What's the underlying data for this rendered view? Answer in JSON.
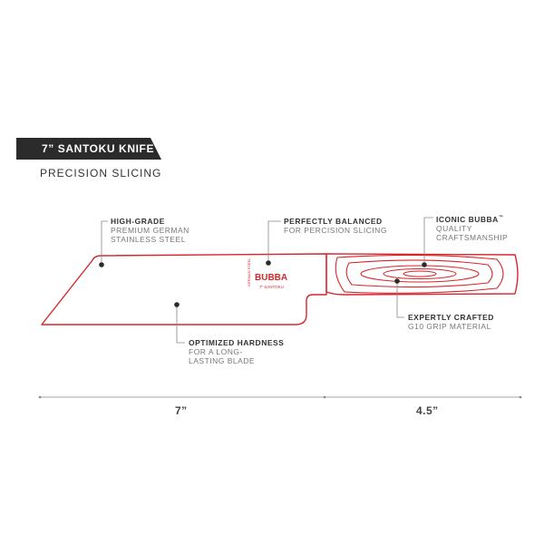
{
  "header": {
    "title": "7” SANTOKU KNIFE",
    "subtitle": "PRECISION SLICING"
  },
  "knife_logo": {
    "brand": "BUBBA",
    "model": "7” SANTOKU",
    "steel": "GERMAN STEEL"
  },
  "callouts": {
    "steel": {
      "head": "HIGH-GRADE",
      "line1": "PREMIUM GERMAN",
      "line2": "STAINLESS STEEL"
    },
    "balance": {
      "head": "PERFECTLY BALANCED",
      "line1": "FOR PERCISION SLICING"
    },
    "bubba": {
      "head": "ICONIC BUBBA",
      "mark": "™",
      "line1": "QUALITY",
      "line2": "CRAFTSMANSHIP"
    },
    "grip": {
      "head": "EXPERTLY CRAFTED",
      "line1": "G10 GRIP MATERIAL"
    },
    "hardness": {
      "head": "OPTIMIZED HARDNESS",
      "line1": "FOR A LONG-",
      "line2": "LASTING BLADE"
    }
  },
  "measurements": {
    "blade_length": "7”",
    "handle_length": "4.5”"
  },
  "colors": {
    "accent": "#d7262b",
    "dark": "#2b2b2b",
    "text": "#333333",
    "muted": "#777777"
  }
}
